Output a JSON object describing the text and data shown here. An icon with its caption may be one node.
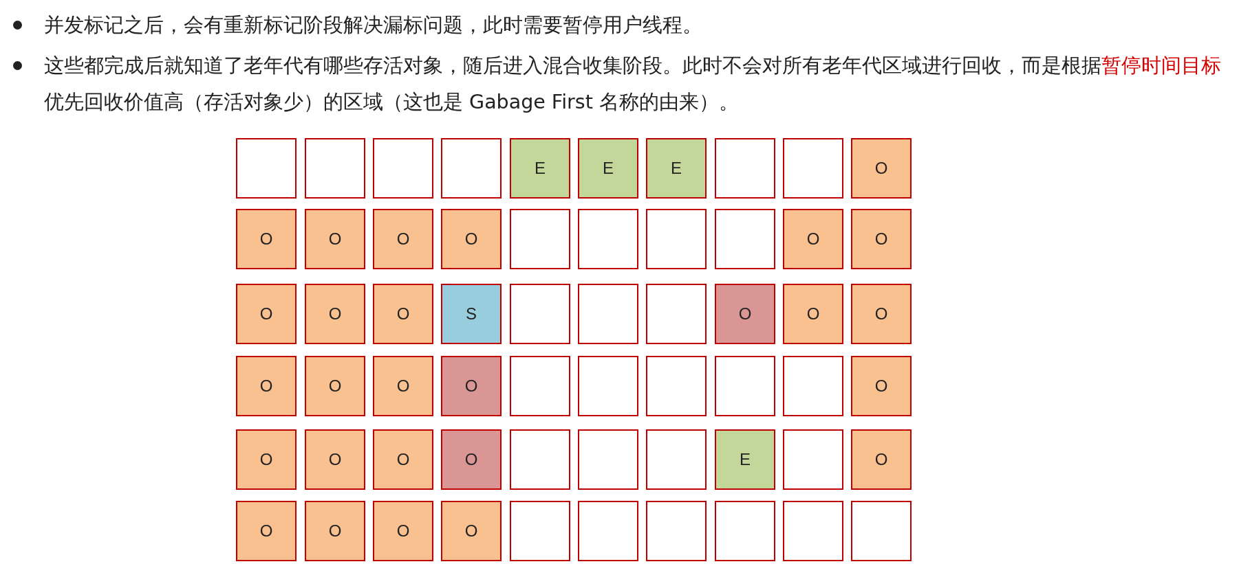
{
  "diagram": {
    "nodes": [
      {
        "text": [],
        "shape": "box"
      },
      {
        "text": [],
        "shape": "box"
      },
      {
        "text": [],
        "shape": "box"
      },
      {
        "text": [],
        "shape": "box"
      },
      {
        "text": [
          "E"
        ]
      },
      {
        "text": [
          "E"
        ]
      },
      {
        "text": [
          "E"
        ]
      },
      {
        "text": [],
        "shape": "box"
      },
      {
        "text": [],
        "shape": "box"
      },
      {
        "text": [
          "O"
        ]
      },
      {
        "text": [
          "O"
        ]
      },
      {
        "text": [
          "O"
        ]
      },
      {
        "text": [
          "O"
        ]
      },
      {
        "text": [
          "O"
        ]
      },
      {
        "text": [],
        "shape": "box"
      },
      {
        "text": [],
        "shape": "box"
      },
      {
        "text": [],
        "shape": "box"
      },
      {
        "text": [],
        "shape": "box"
      },
      {
        "text": [
          "O"
        ]
      },
      {
        "text": [
          "O"
        ]
      },
      {
        "text": [
          "O"
        ]
      },
      {
        "text": [
          "O"
        ]
      },
      {
        "text": [
          "O"
        ]
      },
      {
        "text": [
          "S"
        ]
      },
      {
        "text": [],
        "shape": "box"
      },
      {
        "text": [],
        "shape": "box"
      },
      {
        "text": [],
        "shape": "box"
      },
      {
        "text": [
          "O"
        ]
      },
      {
        "text": [
          "O"
        ]
      },
      {
        "text": [
          "O"
        ]
      },
      {
        "text": [
          "O"
        ]
      },
      {
        "text": [
          "O"
        ]
      },
      {
        "text": [
          "O"
        ]
      },
      {
        "text": [
          "O"
        ]
      },
      {
        "text": [],
        "shape": "box"
      },
      {
        "text": [],
        "shape": "box"
      },
      {
        "text": [],
        "shape": "box"
      },
      {
        "text": [],
        "shape": "box"
      },
      {
        "text": [],
        "shape": "box"
      },
      {
        "text": [
          "O"
        ]
      },
      {
        "text": [
          "O"
        ]
      },
      {
        "text": [
          "O"
        ]
      },
      {
        "text": [
          "O"
        ]
      },
      {
        "text": [
          "O"
        ]
      },
      {
        "text": [],
        "shape": "box"
      },
      {
        "text": [],
        "shape": "box"
      },
      {
        "text": [],
        "shape": "box"
      },
      {
        "text": [
          "E"
        ]
      },
      {
        "text": [],
        "shape": "box"
      },
      {
        "text": [
          "O"
        ]
      },
      {
        "text": [
          "O"
        ]
      },
      {
        "text": [
          "O"
        ]
      },
      {
        "text": [
          "O"
        ]
      },
      {
        "text": [
          "O"
        ]
      },
      {
        "text": [],
        "shape": "box"
      },
      {
        "text": [],
        "shape": "box"
      },
      {
        "text": [],
        "shape": "box"
      },
      {
        "text": [],
        "shape": "box"
      },
      {
        "text": [],
        "shape": "box"
      },
      {
        "text": [],
        "shape": "box"
      }
    ],
    "labels": [
      "并发标记之后，会有重新标记阶段解决漏标问题，此时需要暂停用户线程。",
      "这些都完成后就知道了老年代有哪些存活对象，随后进入混合收集阶段。此时不会对所有老年代区域进行回收，而是根据",
      "暂停时间目标",
      "优先回收价值高（存活对象少）的区域（这也是 Gabage First 名称的由来）。"
    ]
  }
}
